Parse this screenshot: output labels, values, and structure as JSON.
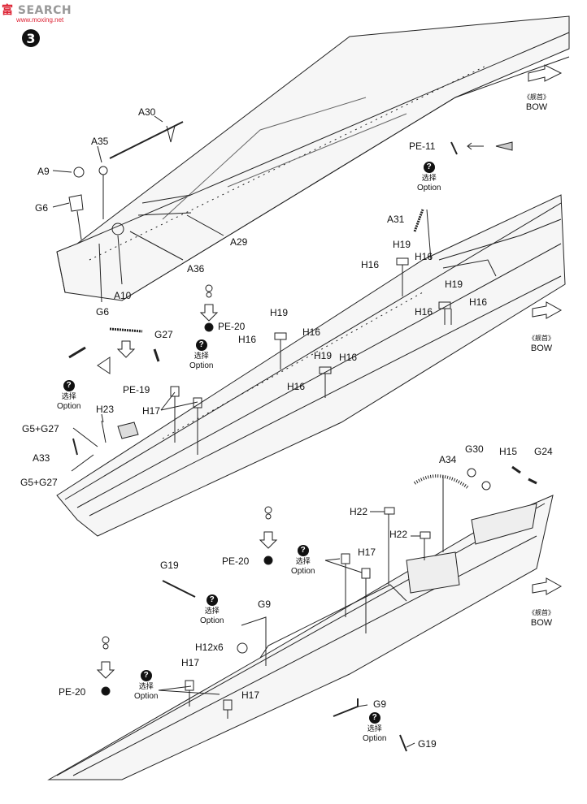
{
  "header": {
    "watermark_red": "富",
    "watermark_mid": "SEARCH",
    "watermark_url": "www.moxing.net",
    "step_number": "3"
  },
  "labels": {
    "a30": "A30",
    "a35": "A35",
    "a9": "A9",
    "g6_top": "G6",
    "g6_bottom": "G6",
    "a29": "A29",
    "a36": "A36",
    "a10": "A10",
    "pe11": "PE-11",
    "a31": "A31",
    "h19_a": "H19",
    "h16_a": "H16",
    "h16_b": "H16",
    "h19_b": "H19",
    "h16_c": "H16",
    "h16_d": "H16",
    "pe20_a": "PE-20",
    "h19_c": "H19",
    "h16_e": "H16",
    "h16_f": "H16",
    "g27": "G27",
    "pe19": "PE-19",
    "h19_d": "H19",
    "h16_g": "H16",
    "h16_h": "H16",
    "h17_a": "H17",
    "h23": "H23",
    "g5g27_a": "G5+G27",
    "a33": "A33",
    "g5g27_b": "G5+G27",
    "a34": "A34",
    "g30": "G30",
    "h15": "H15",
    "g24": "G24",
    "h22_a": "H22",
    "h22_b": "H22",
    "pe20_b": "PE-20",
    "h17_b": "H17",
    "g19_a": "G19",
    "g9_a": "G9",
    "h12x6": "H12x6",
    "h17_c": "H17",
    "pe20_c": "PE-20",
    "h17_d": "H17",
    "g9_b": "G9",
    "g19_b": "G19"
  },
  "option": {
    "cn": "选择",
    "en": "Option"
  },
  "bow": {
    "cn": "《舰首》",
    "en": "BOW"
  }
}
